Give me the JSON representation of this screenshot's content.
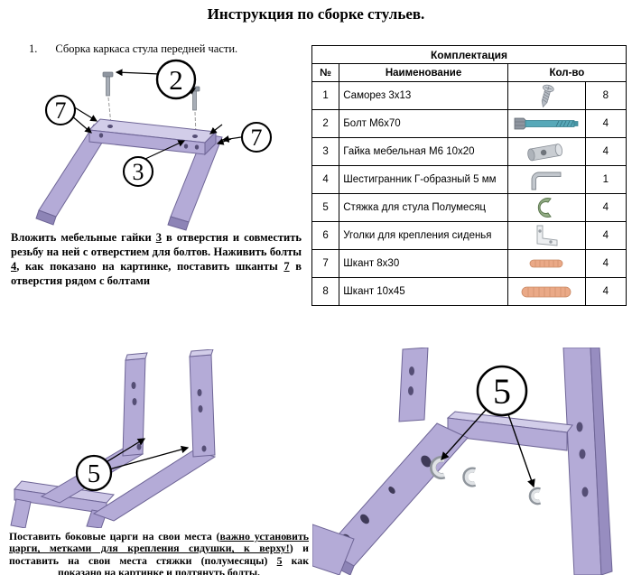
{
  "page": {
    "title": "Инструкция по сборке стульев."
  },
  "step1": {
    "number": "1.",
    "heading": "Сборка каркаса стула передней части.",
    "callout_2": "2",
    "callout_7a": "7",
    "callout_3": "3",
    "callout_7b": "7",
    "text": {
      "p1": "Вложить мебельные гайки ",
      "n1": "3",
      "p2": " в отверстия и совместить резьбу на ней с отверстием для болтов. Наживить болты ",
      "n2": "4",
      "p3": ", как показано на картинке, поставить шканты ",
      "n3": "7",
      "p4": " в отверстия рядом с болтами"
    }
  },
  "parts_table": {
    "title": "Комплектация",
    "columns": {
      "num": "№",
      "name": "Наименование",
      "qty": "Кол-во"
    },
    "rows": [
      {
        "num": "1",
        "name": "Саморез 3х13",
        "icon": "screw-icon",
        "qty": "8"
      },
      {
        "num": "2",
        "name": "Болт  М6х70",
        "icon": "bolt-icon",
        "qty": "4"
      },
      {
        "num": "3",
        "name": "Гайка мебельная М6 10х20",
        "icon": "barrel-nut-icon",
        "qty": "4"
      },
      {
        "num": "4",
        "name": "Шестигранник Г-образный 5 мм",
        "icon": "hex-key-icon",
        "qty": "1"
      },
      {
        "num": "5",
        "name": "Стяжка для стула Полумесяц",
        "icon": "half-moon-bracket-icon",
        "qty": "4"
      },
      {
        "num": "6",
        "name": "Уголки для крепления сиденья",
        "icon": "corner-bracket-icon",
        "qty": "4"
      },
      {
        "num": "7",
        "name": "Шкант 8х30",
        "icon": "dowel-small-icon",
        "qty": "4"
      },
      {
        "num": "8",
        "name": "Шкант 10х45",
        "icon": "dowel-large-icon",
        "qty": "4"
      }
    ]
  },
  "step2": {
    "callout_5_left": "5",
    "callout_5_right": "5",
    "text": {
      "p1": "Поставить боковые царги на свои места (",
      "u1": "важно установить царги, метками для крепления сидушки, к верху!",
      "p2": ") и поставить на свои места стяжки (полумесяцы) ",
      "n1": "5",
      "p3": " как показано на картинке и подтянуть болты."
    }
  },
  "colors": {
    "frame_lavender": "#b4abd7",
    "bolt_teal": "#57a8b8",
    "dowel_peach": "#eaa987",
    "bracket_green": "#93ad85"
  }
}
